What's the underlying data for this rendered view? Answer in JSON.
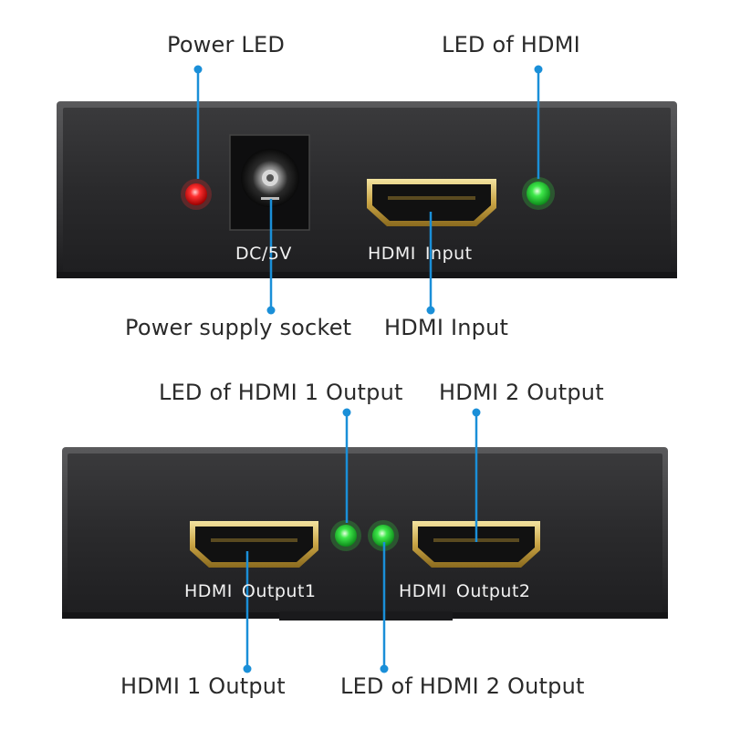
{
  "top_panel": {
    "labels": {
      "dc": "DC/5V",
      "hdmi_input_word1": "HDMI",
      "hdmi_input_word2": "Input"
    },
    "leds": {
      "power_color": "#ff2a2a",
      "hdmi_color": "#33e040"
    }
  },
  "bottom_panel": {
    "labels": {
      "out1_word1": "HDMI",
      "out1_word2": "Output1",
      "out2_word1": "HDMI",
      "out2_word2": "Output2"
    },
    "leds": {
      "out1_color": "#33e040",
      "out2_color": "#33e040"
    }
  },
  "callouts": {
    "power_led": "Power LED",
    "led_of_hdmi": "LED of HDMI",
    "power_supply_socket": "Power supply socket",
    "hdmi_input": "HDMI Input",
    "led_hdmi1_output": "LED of HDMI 1 Output",
    "hdmi2_output": "HDMI 2 Output",
    "hdmi1_output": "HDMI 1 Output",
    "led_hdmi2_output": "LED of HDMI 2 Output"
  },
  "colors": {
    "pointer": "#1a8fd8",
    "panel": "#2b2b2d"
  }
}
